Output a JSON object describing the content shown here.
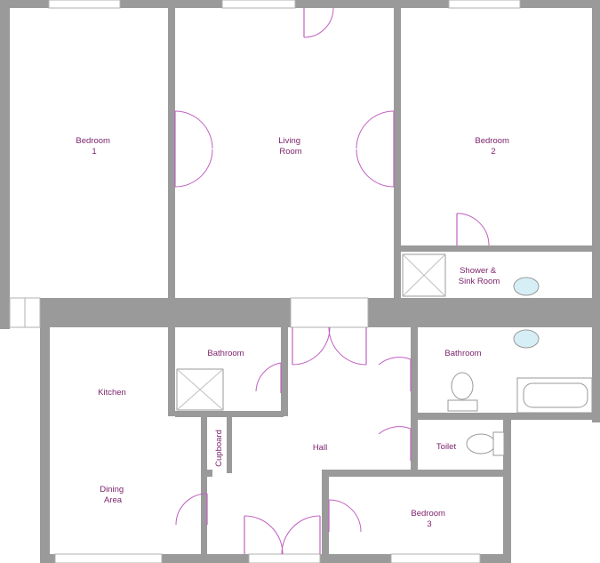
{
  "floorplan": {
    "rooms": {
      "bedroom1": [
        "Bedroom",
        "1"
      ],
      "living": [
        "Living",
        "Room"
      ],
      "bedroom2": [
        "Bedroom",
        "2"
      ],
      "shower": [
        "Shower &",
        "Sink Room"
      ],
      "bathroom_left": "Bathroom",
      "bathroom_right": "Bathroom",
      "kitchen": "Kitchen",
      "dining": [
        "Dining",
        "Area"
      ],
      "hall": "Hall",
      "toilet": "Toilet",
      "cupboard": "Cupboard",
      "bedroom3": [
        "Bedroom",
        "3"
      ]
    },
    "colors": {
      "wall": "#9a9a9a",
      "label": "#7a1f6a",
      "door": "#c060c0"
    }
  }
}
